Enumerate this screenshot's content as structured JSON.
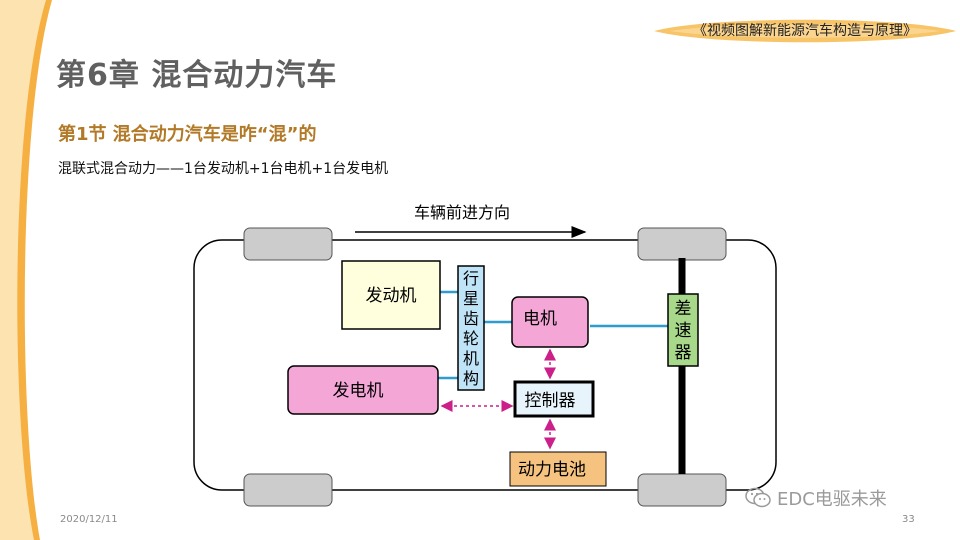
{
  "header": {
    "book_title": "《视频图解新能源汽车构造与原理》"
  },
  "slide": {
    "chapter_title": "第6章  混合动力汽车",
    "section_title": "第1节  混合动力汽车是咋“混”的",
    "subtitle": "混联式混合动力——1台发动机+1台电机+1台发电机"
  },
  "diagram": {
    "direction_label": "车辆前进方向",
    "engine_label": "发动机",
    "planetary_label": "行星齿轮机构",
    "motor_label": "电机",
    "differential_label": "差速器",
    "generator_label": "发电机",
    "controller_label": "控制器",
    "battery_label": "动力电池",
    "colors": {
      "engine_fill": "#ffffdd",
      "planetary_fill": "#bfe3f7",
      "motor_fill": "#f4a6d7",
      "generator_fill": "#f4a6d7",
      "controller_fill": "#e8f4fb",
      "battery_fill": "#f5c27f",
      "differential_fill": "#a8d88a",
      "wheel_fill": "#cccccc",
      "shaft_line": "#2e9ccf",
      "signal_arrow": "#cc1f8a",
      "axle": "#000000"
    }
  },
  "footer": {
    "date": "2020/12/11",
    "page_number": "33",
    "watermark": "EDC电驱未来"
  },
  "theme": {
    "accent_orange": "#f5b041",
    "title_gray": "#606060",
    "section_brown": "#b27a28"
  }
}
